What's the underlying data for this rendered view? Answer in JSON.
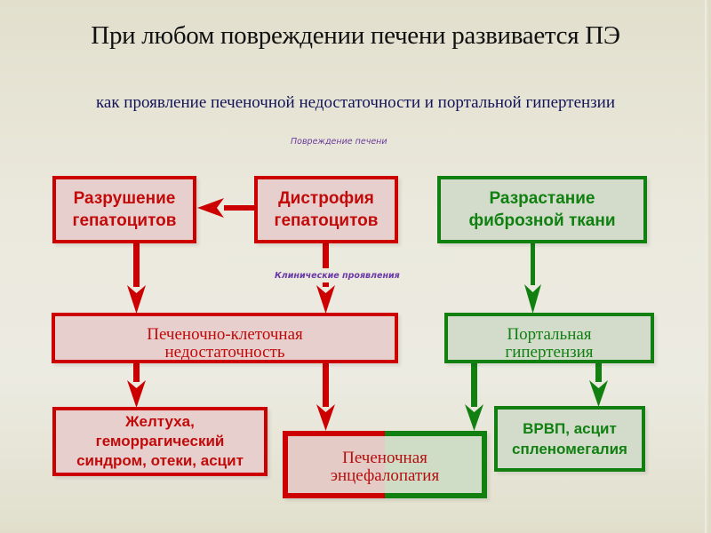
{
  "slide": {
    "title": "При любом повреждении печени развивается ПЭ",
    "subtitle": "как проявление печеночной недостаточности и портальной гипертензии",
    "label_top": "Повреждение печени",
    "label_middle": "Клинические проявления"
  },
  "boxes": {
    "destruction": "Разрушение\nгепатоцитов",
    "dystrophy": "Дистрофия\nгепатоцитов",
    "fibrosis": "Разрастание\nфиброзной ткани",
    "liver_failure": "Печеночно-клеточная\nнедостаточность",
    "portal_hypertension": "Портальная\nгипертензия",
    "jaundice": "Желтуха,\nгеморрагический\nсиндром, отеки, асцит",
    "encephalopathy": "Печеночная\nэнцефалопатия",
    "varices": "ВРВП, асцит\nспленомегалия"
  },
  "colors": {
    "red": "#cc0000",
    "green": "#118011",
    "red_fill": "#e7cfcd",
    "green_fill": "#d3dccb",
    "label_purple": "#6a3a9a",
    "subtitle_navy": "#13135a"
  }
}
